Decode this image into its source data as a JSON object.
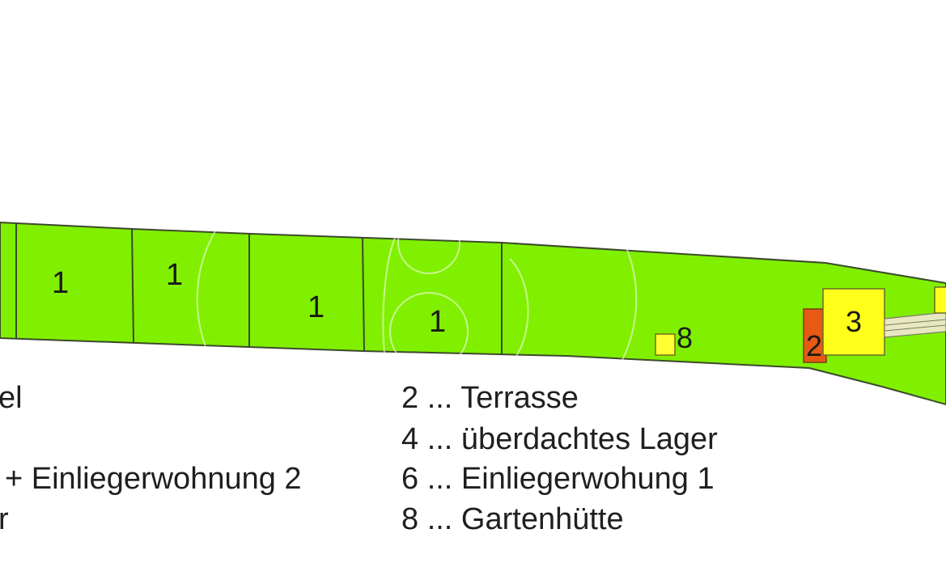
{
  "diagram": {
    "colors": {
      "lawn": "#80f000",
      "outline": "#3c4a2c",
      "building_yellow": "#ffff1a",
      "building_orange": "#e65a14",
      "shed_yellow": "#ffff33",
      "watermark": "#ffffff"
    },
    "plot_labels": {
      "p1": "1",
      "p2": "1",
      "p3": "1",
      "p4": "1",
      "shed": "8",
      "terrace": "2",
      "building": "3"
    }
  },
  "legend": {
    "left": {
      "row1": "el",
      "row2": "+ Einliegerwohnung 2",
      "row3": "r"
    },
    "right": {
      "row1": "2 ... Terrasse",
      "row2": "4 ... überdachtes Lager",
      "row3": "6 ... Einliegerwohung 1",
      "row4": "8 ... Gartenhütte"
    }
  }
}
